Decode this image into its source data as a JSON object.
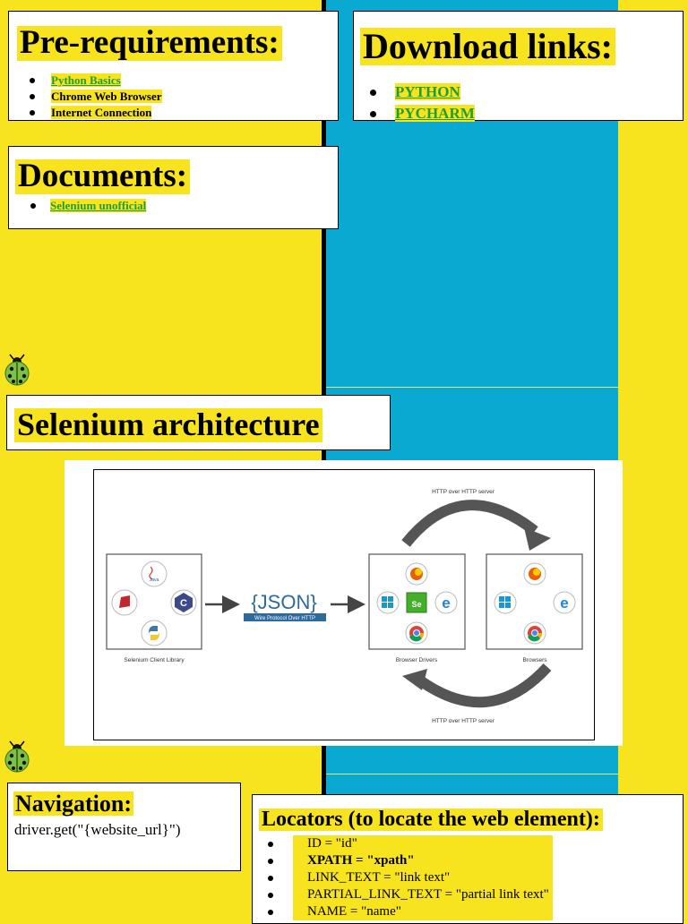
{
  "prereq": {
    "title": "Pre-requirements:",
    "items": [
      "Python Basics",
      "Chrome Web Browser",
      "Internet Connection"
    ]
  },
  "downloads": {
    "title": "Download links:",
    "items": [
      "PYTHON",
      "PYCHARM"
    ]
  },
  "documents": {
    "title": "Documents:",
    "items": [
      "Selenium unofficial"
    ]
  },
  "architecture": {
    "title": "Selenium architecture",
    "diagram": {
      "http_top": "HTTP over HTTP server",
      "http_bottom": "HTTP over HTTP server",
      "json_label": "{JSON}",
      "json_sub": "Wire Protocol Over HTTP",
      "client_label": "Selenium Client Library",
      "drivers_label": "Browser Drivers",
      "browsers_label": "Browsers",
      "java_text": "Java",
      "se_text": "Se"
    }
  },
  "navigation": {
    "title": "Navigation:",
    "code": "driver.get(\"{website_url}\")"
  },
  "locators": {
    "title": "Locators (to locate the web element):",
    "items": [
      "ID = \"id\"",
      "XPATH = \"xpath\"",
      "LINK_TEXT = \"link text\"",
      "PARTIAL_LINK_TEXT = \"partial link text\"",
      "NAME = \"name\""
    ]
  },
  "colors": {
    "background": "#f7e41e",
    "stripe": "#0aa9d2",
    "link": "#1f9e37",
    "highlight": "#f7e41e"
  },
  "icons": [
    "ladybug-icon",
    "java-icon",
    "ruby-icon",
    "csharp-icon",
    "python-icon",
    "firefox-icon",
    "windows-icon",
    "selenium-icon",
    "edge-icon",
    "chrome-icon"
  ]
}
